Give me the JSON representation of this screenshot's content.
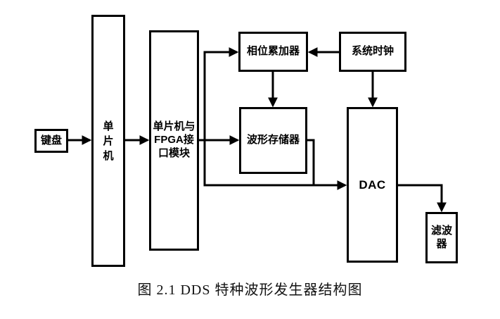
{
  "page": {
    "background": "#ffffff",
    "line_color": "#000000",
    "box_fill": "#ffffff",
    "box_border_color": "#000000"
  },
  "diagram": {
    "type": "block-diagram",
    "nodes": {
      "keyboard": {
        "label": "键盘"
      },
      "mcu": {
        "label": "单片机"
      },
      "fpga_interface": {
        "label": "单片机与FPGA接口模块"
      },
      "phase_accumulator": {
        "label": "相位累加器"
      },
      "system_clock": {
        "label": "系统时钟"
      },
      "waveform_memory": {
        "label": "波形存储器"
      },
      "dac": {
        "label": "DAC"
      },
      "filter": {
        "label": "滤波器"
      }
    },
    "edges": [
      {
        "from": "keyboard",
        "to": "mcu"
      },
      {
        "from": "mcu",
        "to": "fpga_interface"
      },
      {
        "from": "fpga_interface",
        "to": "phase_accumulator"
      },
      {
        "from": "fpga_interface",
        "to": "waveform_memory"
      },
      {
        "from": "fpga_interface",
        "to": "dac"
      },
      {
        "from": "system_clock",
        "to": "phase_accumulator"
      },
      {
        "from": "system_clock",
        "to": "dac"
      },
      {
        "from": "phase_accumulator",
        "to": "waveform_memory"
      },
      {
        "from": "waveform_memory",
        "to": "dac"
      },
      {
        "from": "dac",
        "to": "filter"
      }
    ]
  },
  "caption": {
    "text": "图 2.1 DDS 特种波形发生器结构图"
  }
}
